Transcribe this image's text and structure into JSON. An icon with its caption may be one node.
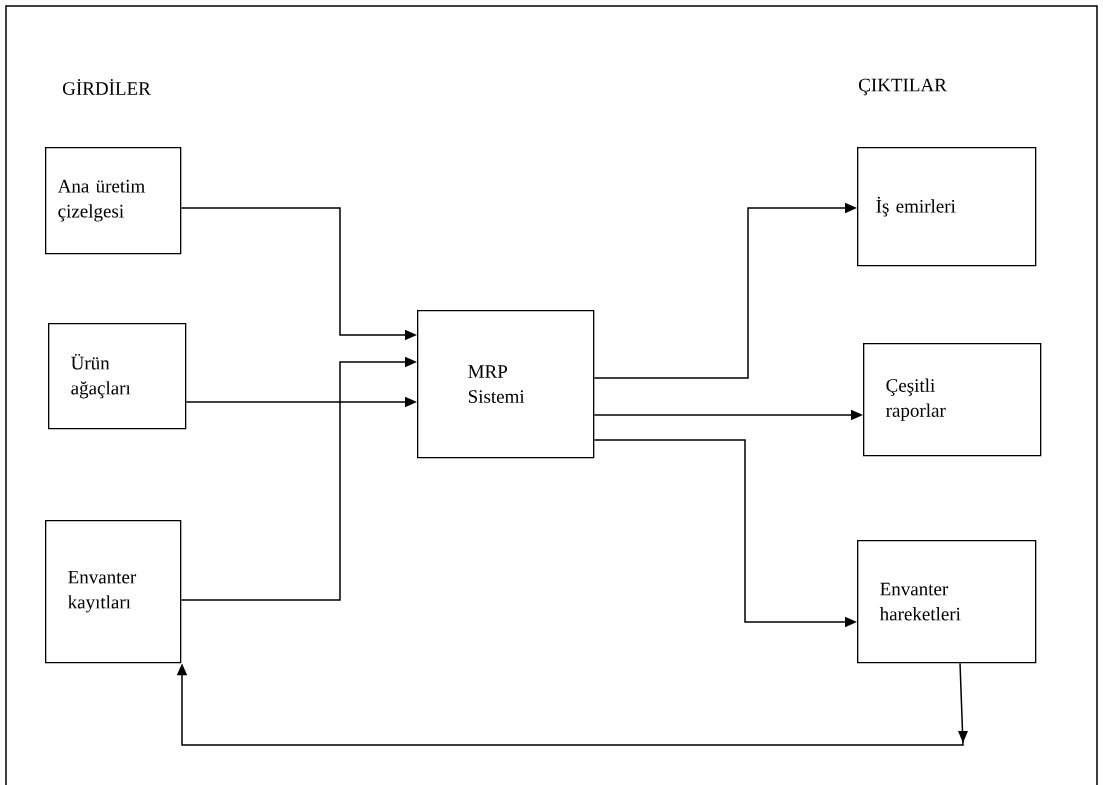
{
  "diagram": {
    "nodes": [
      {
        "text": [
          "Ana üretim çizelgesi"
        ]
      },
      {
        "text": [
          "Ürün ağaçları"
        ]
      },
      {
        "text": [
          "Envanter kayıtları"
        ]
      },
      {
        "text": [
          "MRP Sistemi"
        ]
      },
      {
        "text": [
          "İş emirleri"
        ]
      },
      {
        "text": [
          "Çeşitli raporlar"
        ]
      },
      {
        "text": [
          "Envanter hareketleri"
        ]
      }
    ],
    "edges": [
      {
        "from": 0,
        "to": 3,
        "arrow": "to"
      },
      {
        "from": 1,
        "to": 3,
        "arrow": "to"
      },
      {
        "from": 2,
        "to": 3,
        "arrow": "to"
      },
      {
        "from": 3,
        "to": 4,
        "arrow": "to"
      },
      {
        "from": 3,
        "to": 5,
        "arrow": "to"
      },
      {
        "from": 3,
        "to": 6,
        "arrow": "to"
      },
      {
        "from": 6,
        "to": 2,
        "arrow": "to"
      }
    ],
    "labels": [
      "GİRDİLER",
      "ÇIKTILAR"
    ]
  }
}
